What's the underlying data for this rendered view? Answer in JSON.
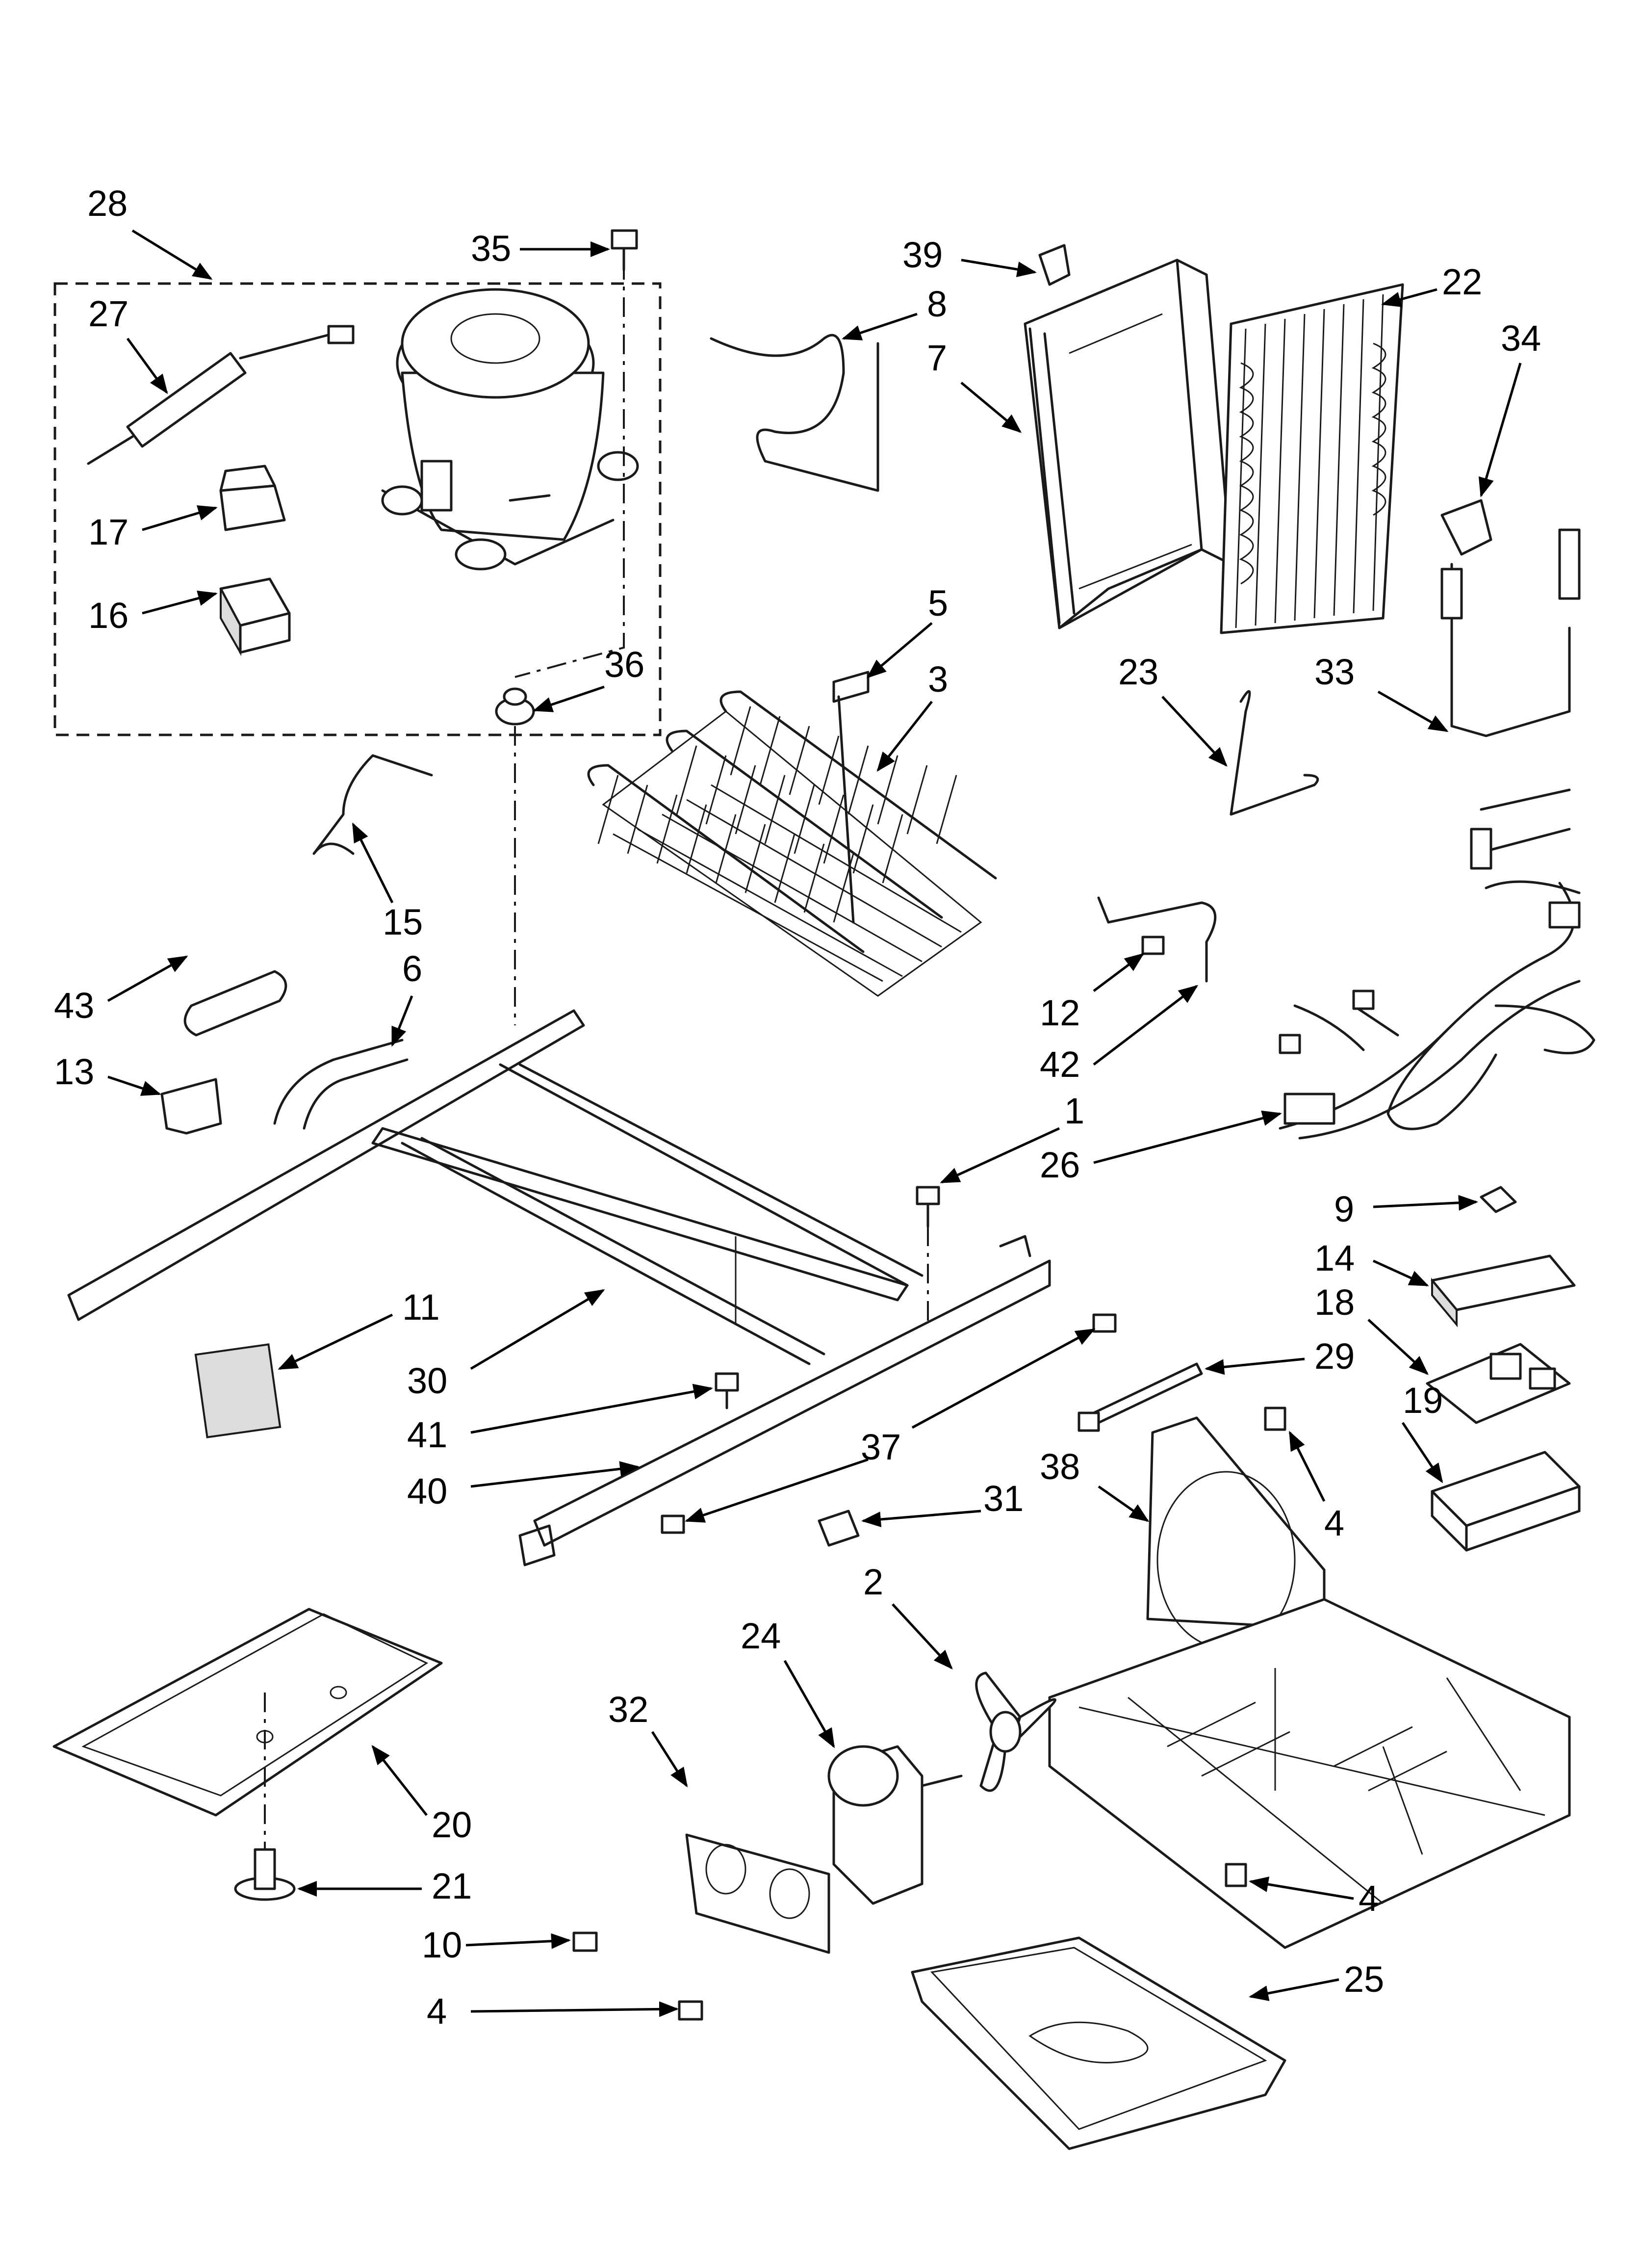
{
  "diagram": {
    "type": "exploded parts diagram",
    "callouts": [
      "1",
      "2",
      "3",
      "4",
      "4",
      "4",
      "4",
      "5",
      "6",
      "7",
      "8",
      "9",
      "10",
      "11",
      "12",
      "13",
      "14",
      "15",
      "16",
      "17",
      "18",
      "19",
      "20",
      "21",
      "22",
      "23",
      "24",
      "25",
      "26",
      "27",
      "28",
      "29",
      "30",
      "31",
      "32",
      "33",
      "34",
      "35",
      "36",
      "37",
      "38",
      "39",
      "40",
      "41",
      "42",
      "43"
    ]
  }
}
